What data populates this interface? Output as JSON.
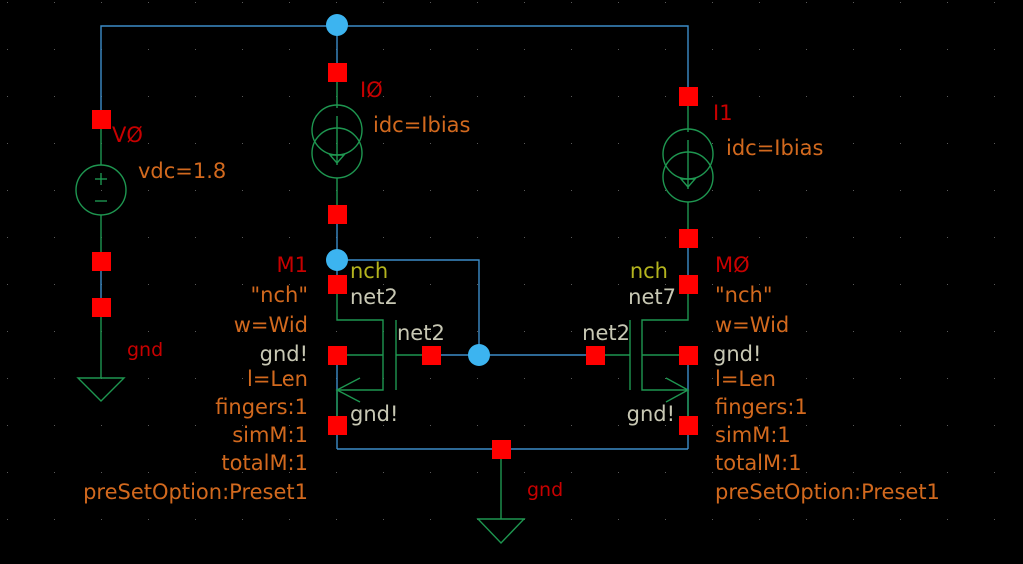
{
  "window": {
    "title": "Schematic Editor"
  },
  "colors": {
    "background": "#000000",
    "wire": "#3c8cc8",
    "symbol": "#1e9650",
    "pin": "#ff0000",
    "junction": "#3cb4f0",
    "instance_name": "#c80000",
    "parameter": "#d2691e",
    "net_label": "#c8c8b4",
    "model_name": "#b4b41e"
  },
  "components": {
    "V0": {
      "type": "vdc",
      "name": "VØ",
      "params": [
        "vdc=1.8"
      ],
      "ground_label": "gnd"
    },
    "I0": {
      "type": "idc",
      "name": "IØ",
      "params": [
        "idc=Ibias"
      ]
    },
    "I1": {
      "type": "idc",
      "name": "I1",
      "params": [
        "idc=Ibias"
      ]
    },
    "M1": {
      "type": "nmos",
      "name": "M1",
      "model": "nch",
      "drain_net": "net2",
      "gate_net": "net2",
      "bulk_net": "gnd!",
      "source_net": "gnd!",
      "params": [
        "\"nch\"",
        "w=Wid",
        "gnd!",
        "l=Len",
        "fingers:1",
        "simM:1",
        "totalM:1",
        "preSetOption:Preset1"
      ]
    },
    "M0": {
      "type": "nmos",
      "name": "MØ",
      "model": "nch",
      "drain_net": "net7",
      "gate_net": "net2",
      "bulk_net": "gnd!",
      "source_net": "gnd!",
      "params": [
        "\"nch\"",
        "w=Wid",
        "gnd!",
        "l=Len",
        "fingers:1",
        "simM:1",
        "totalM:1",
        "preSetOption:Preset1"
      ]
    },
    "GND_main": {
      "type": "gnd",
      "label": "gnd"
    }
  }
}
